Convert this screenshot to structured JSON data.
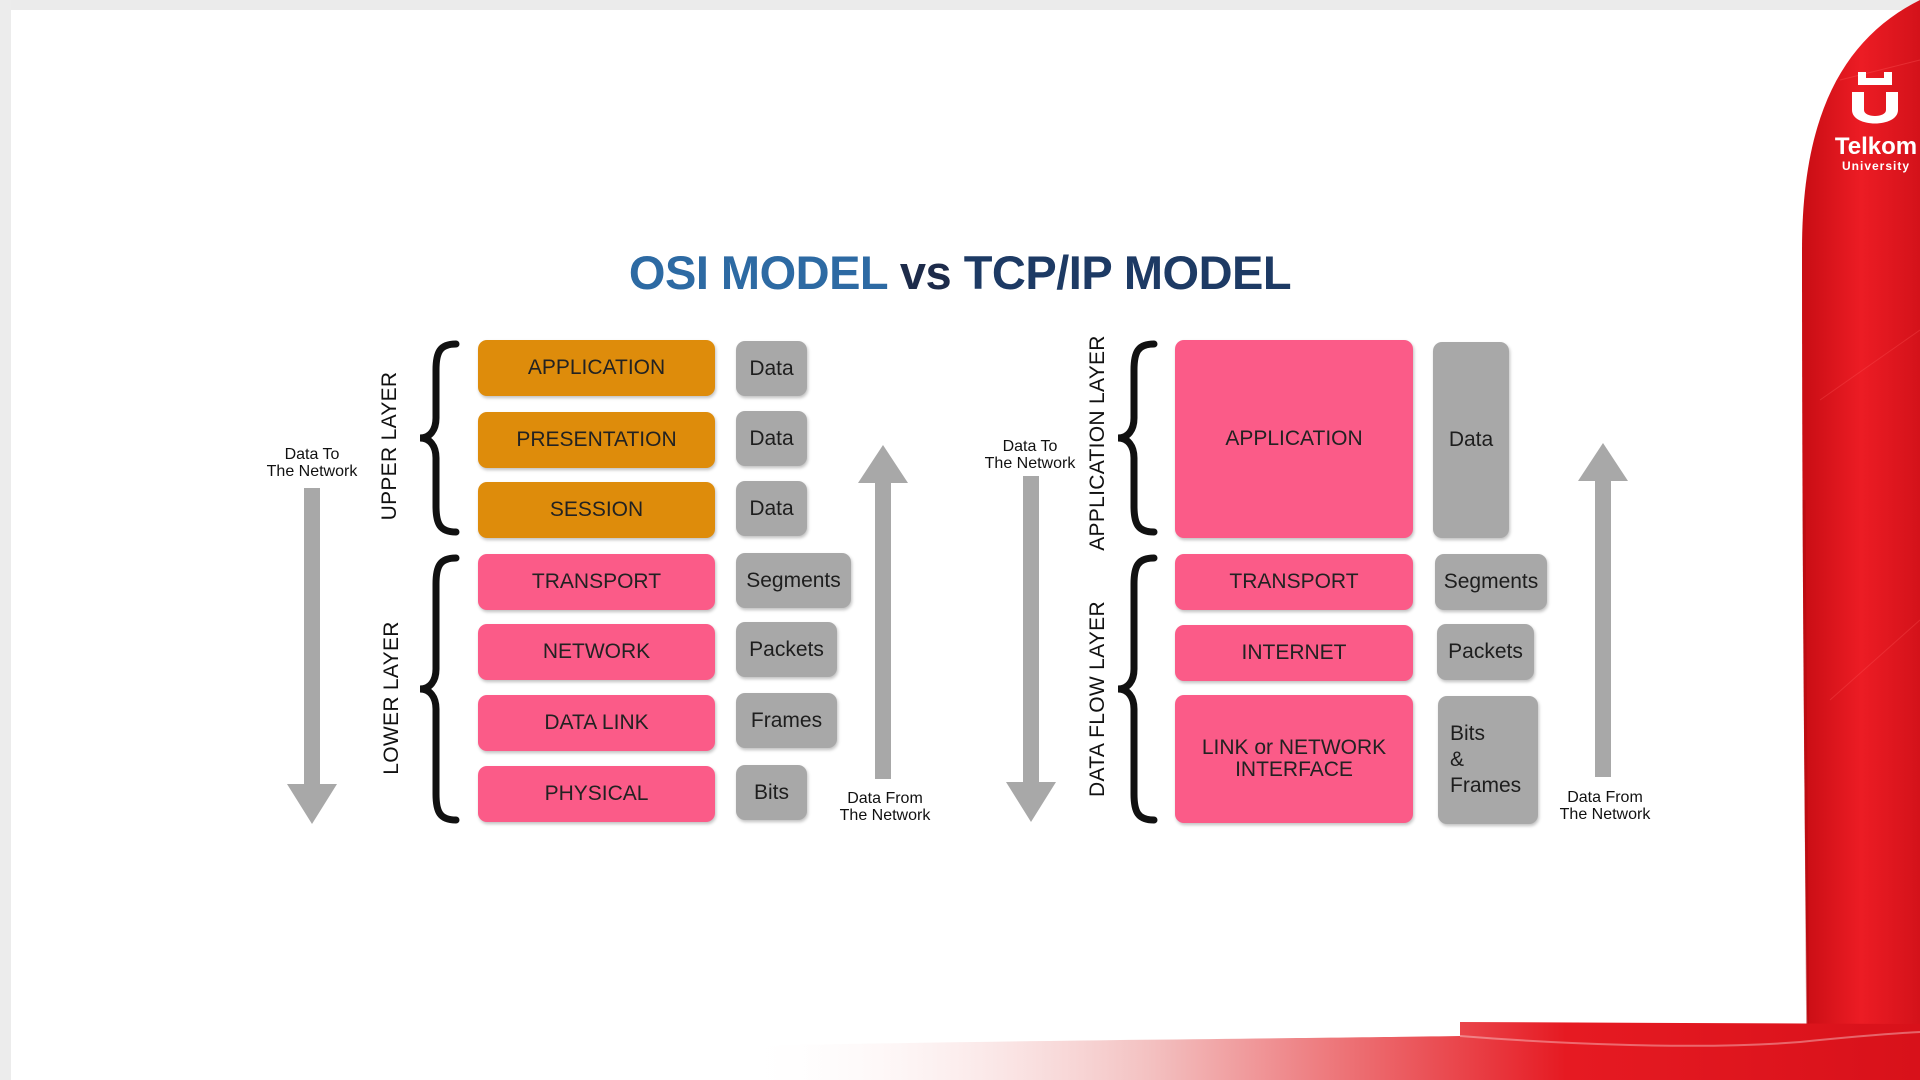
{
  "title": {
    "osi": "OSI MODEL",
    "vs": "vs",
    "tcp": "TCP/IP MODEL"
  },
  "logo": {
    "name": "Telkom",
    "sub": "University"
  },
  "colors": {
    "upper_layer": "#de8c0b",
    "lower_layer": "#fb5b88",
    "unit": "#a8a8a8",
    "brand_red": "#e8141c"
  },
  "osi": {
    "upper_group_label": "UPPER LAYER",
    "lower_group_label": "LOWER  LAYER",
    "arrow_down_label": [
      "Data To",
      "The Network"
    ],
    "arrow_up_label": [
      "Data From",
      "The Network"
    ],
    "layers": [
      {
        "name": "APPLICATION",
        "unit": "Data"
      },
      {
        "name": "PRESENTATION",
        "unit": "Data"
      },
      {
        "name": "SESSION",
        "unit": "Data"
      },
      {
        "name": "TRANSPORT",
        "unit": "Segments"
      },
      {
        "name": "NETWORK",
        "unit": "Packets"
      },
      {
        "name": "DATA LINK",
        "unit": "Frames"
      },
      {
        "name": "PHYSICAL",
        "unit": "Bits"
      }
    ]
  },
  "tcpip": {
    "upper_group_label": "APPLICATION LAYER",
    "lower_group_label": "DATA FLOW  LAYER",
    "arrow_down_label": [
      "Data To",
      "The Network"
    ],
    "arrow_up_label": [
      "Data From",
      "The Network"
    ],
    "layers": [
      {
        "name": "APPLICATION",
        "unit": "Data"
      },
      {
        "name": "TRANSPORT",
        "unit": "Segments"
      },
      {
        "name": "INTERNET",
        "unit": "Packets"
      },
      {
        "name": [
          "LINK or NETWORK",
          "INTERFACE"
        ],
        "unit": [
          "Bits",
          "&",
          "Frames"
        ]
      }
    ]
  }
}
